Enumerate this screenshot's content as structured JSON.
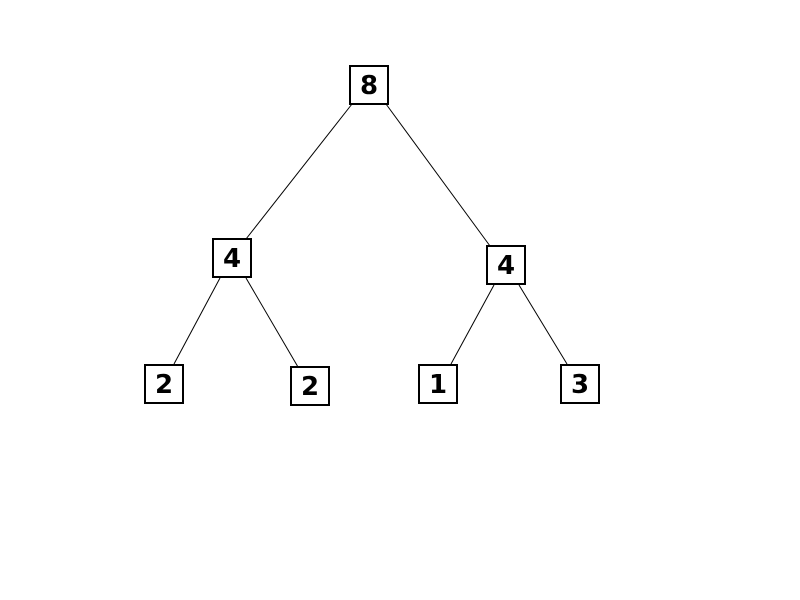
{
  "tree": {
    "root": {
      "value": "8",
      "children": [
        {
          "value": "4",
          "children": [
            {
              "value": "2"
            },
            {
              "value": "2"
            }
          ]
        },
        {
          "value": "4",
          "children": [
            {
              "value": "1"
            },
            {
              "value": "3"
            }
          ]
        }
      ]
    }
  },
  "colors": {
    "line": "#000000",
    "box_fill": "#ffffff",
    "text": "#000000"
  }
}
